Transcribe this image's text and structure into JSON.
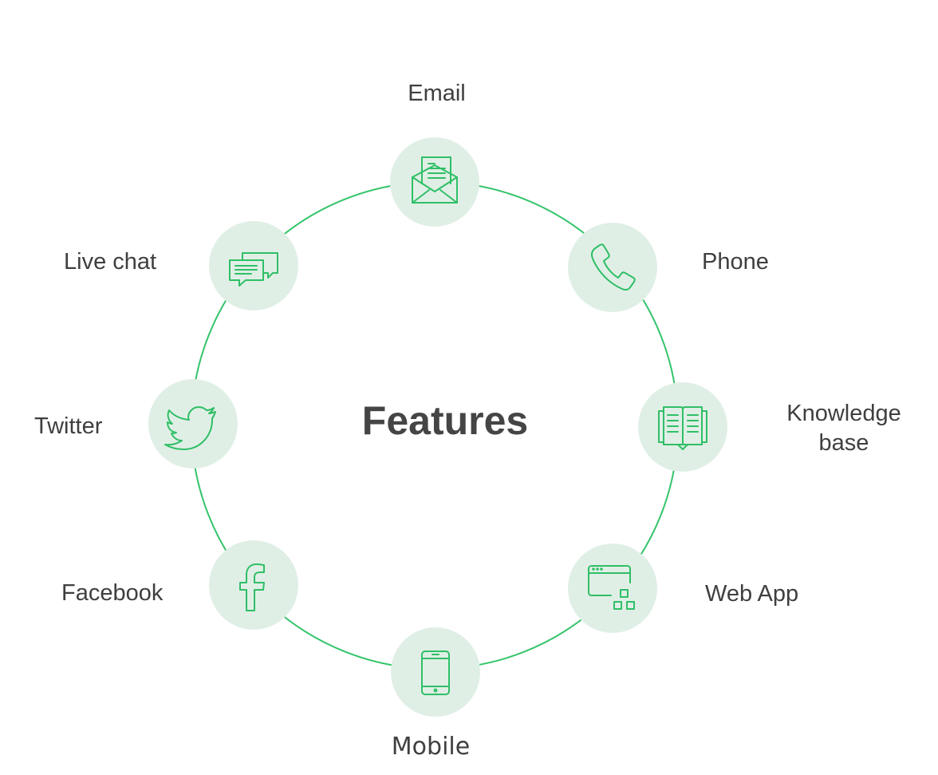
{
  "title": "Features",
  "accent_color": "#2fbf66",
  "node_fill_color": "#e0efe6",
  "text_color": "#3f3f3f",
  "nodes": [
    {
      "label": "Email",
      "icon": "envelope-icon"
    },
    {
      "label": "Phone",
      "icon": "phone-icon"
    },
    {
      "label": "Knowledge base",
      "icon": "book-icon"
    },
    {
      "label": "Web App",
      "icon": "web-app-icon"
    },
    {
      "label": "Mobile",
      "icon": "mobile-icon"
    },
    {
      "label": "Facebook",
      "icon": "facebook-icon"
    },
    {
      "label": "Twitter",
      "icon": "twitter-icon"
    },
    {
      "label": "Live chat",
      "icon": "chat-bubbles-icon"
    }
  ]
}
